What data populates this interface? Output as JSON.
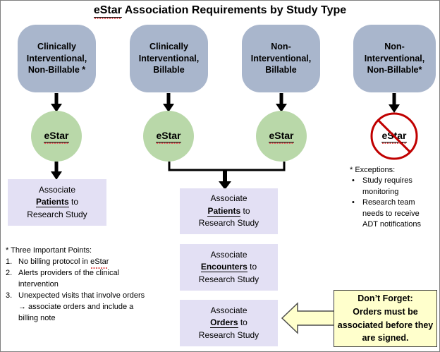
{
  "title": {
    "highlight": "eStar",
    "rest": " Association Requirements by Study Type"
  },
  "study_types": [
    {
      "label": "Clinically Interventional, Non-Billable *"
    },
    {
      "label": "Clinically Interventional, Billable"
    },
    {
      "label": "Non-Interventional, Billable"
    },
    {
      "label": "Non-Interventional, Non-Billable*"
    }
  ],
  "estar_label": "eStar",
  "associate_boxes": {
    "left": {
      "line1": "Associate",
      "keyword": "Patients",
      "suffix": " to",
      "line3": "Research Study"
    },
    "middle": [
      {
        "line1": "Associate",
        "keyword": "Patients",
        "suffix": " to",
        "line3": "Research Study"
      },
      {
        "line1": "Associate",
        "keyword": "Encounters",
        "suffix": " to",
        "line3": "Research Study"
      },
      {
        "line1": "Associate",
        "keyword": "Orders",
        "suffix": " to",
        "line3": "Research Study"
      }
    ]
  },
  "notes": {
    "heading": "* Three Important Points:",
    "items": [
      {
        "num": "1.",
        "pre": "No billing protocol in ",
        "estar": "eStar"
      },
      {
        "num": "2.",
        "text": "Alerts providers of the clinical intervention"
      },
      {
        "num": "3.",
        "text": "Unexpected visits that involve orders → associate orders and include a billing note"
      }
    ]
  },
  "exceptions": {
    "heading": "* Exceptions:",
    "bullet": "•",
    "items": [
      "Study requires monitoring",
      "Research team needs to receive ADT notifications"
    ]
  },
  "callout": {
    "heading": "Don’t Forget:",
    "body": "Orders must be associated before they are signed."
  },
  "colors": {
    "study_box_fill": "#a9b6cc",
    "estar_circle_fill": "#b9d8a9",
    "associate_box_fill": "#e3e0f4",
    "callout_fill": "#ffffcc",
    "prohibition_red": "#c00000",
    "spellcheck_red": "#e05c5c",
    "arrow_black": "#000000"
  }
}
